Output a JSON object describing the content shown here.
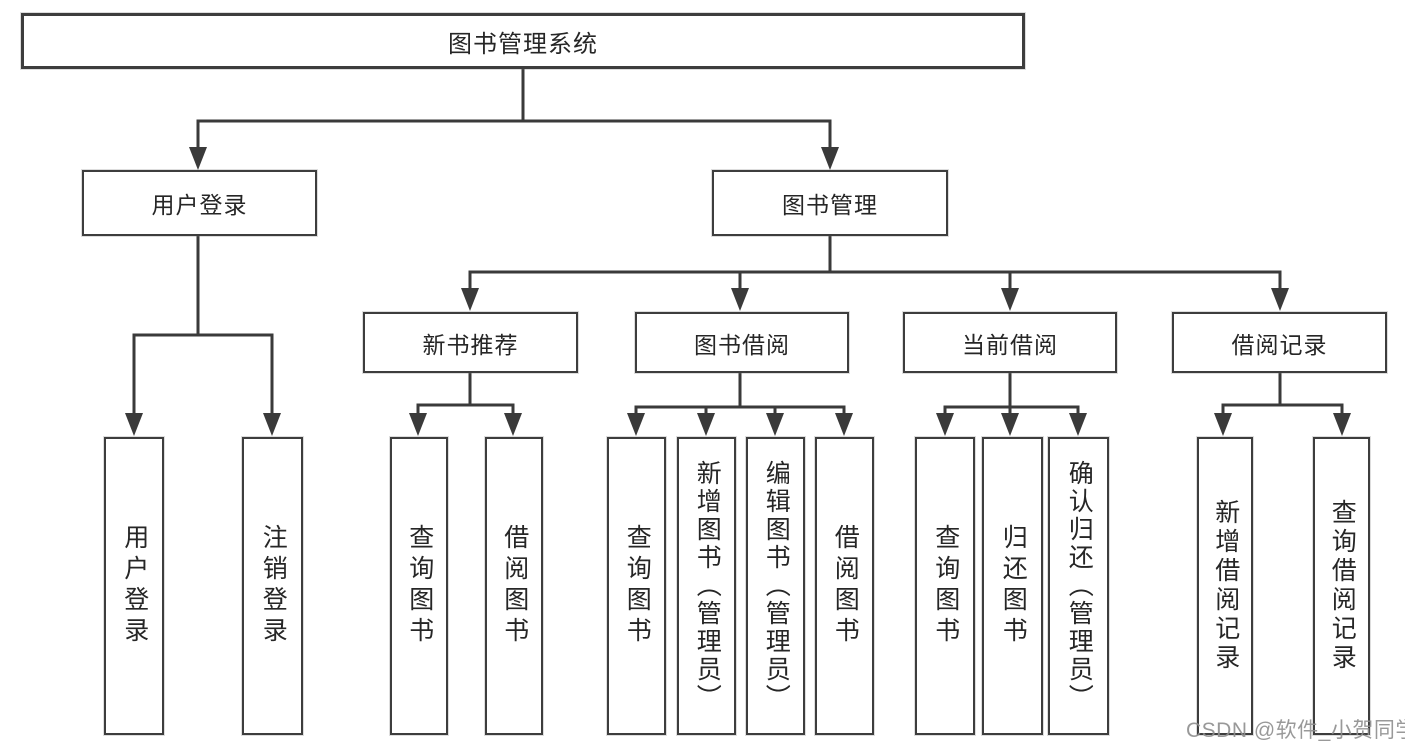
{
  "diagram": {
    "type": "function-structure-tree",
    "root": {
      "label": "图书管理系统"
    },
    "level1": [
      {
        "id": "user-login-group",
        "label": "用户登录",
        "parent": "图书管理系统"
      },
      {
        "id": "book-management",
        "label": "图书管理",
        "parent": "图书管理系统"
      }
    ],
    "level2": [
      {
        "id": "new-book-recommend",
        "label": "新书推荐",
        "parent": "图书管理"
      },
      {
        "id": "book-borrow",
        "label": "图书借阅",
        "parent": "图书管理"
      },
      {
        "id": "current-borrow",
        "label": "当前借阅",
        "parent": "图书管理"
      },
      {
        "id": "borrow-records",
        "label": "借阅记录",
        "parent": "图书管理"
      }
    ],
    "leaves": [
      {
        "label": "用户登录",
        "parent": "用户登录"
      },
      {
        "label": "注销登录",
        "parent": "用户登录"
      },
      {
        "label": "查询图书",
        "parent": "新书推荐"
      },
      {
        "label": "借阅图书",
        "parent": "新书推荐"
      },
      {
        "label": "查询图书",
        "parent": "图书借阅"
      },
      {
        "label": "新增图书（管理员）",
        "parent": "图书借阅"
      },
      {
        "label": "编辑图书（管理员）",
        "parent": "图书借阅"
      },
      {
        "label": "借阅图书",
        "parent": "图书借阅"
      },
      {
        "label": "查询图书",
        "parent": "当前借阅"
      },
      {
        "label": "归还图书",
        "parent": "当前借阅"
      },
      {
        "label": "确认归还（管理员）",
        "parent": "当前借阅"
      },
      {
        "label": "新增借阅记录",
        "parent": "借阅记录"
      },
      {
        "label": "查询借阅记录",
        "parent": "借阅记录"
      }
    ]
  },
  "watermark": {
    "text": "CSDN @软件_小贺同学"
  },
  "colors": {
    "line": "#3a3a3a",
    "box_border": "#3d3d3d",
    "text": "#262626",
    "watermark": "#8f8f8f",
    "background": "#ffffff"
  }
}
